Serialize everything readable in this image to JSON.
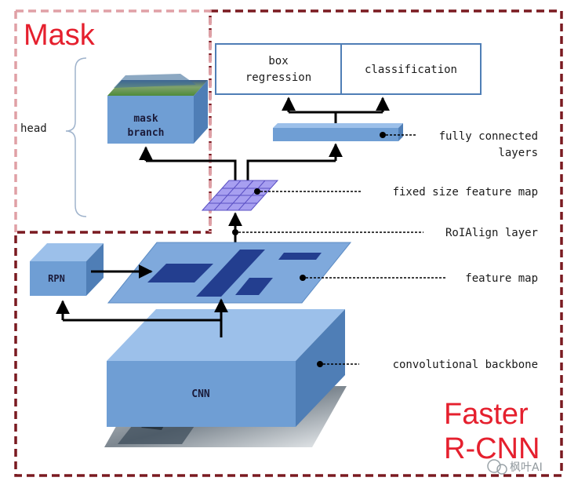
{
  "diagram": {
    "region_labels": {
      "mask": "Mask",
      "faster_line1": "Faster",
      "faster_line2": "R-CNN"
    },
    "head_label": "head",
    "outputs": {
      "box_regression_line1": "box",
      "box_regression_line2": "regression",
      "classification": "classification"
    },
    "blocks": {
      "mask_branch_line1": "mask",
      "mask_branch_line2": "branch",
      "rpn": "RPN",
      "cnn": "CNN"
    },
    "annotations": {
      "fc_line1": "fully connected",
      "fc_line2": "layers",
      "fixed_map": "fixed size feature map",
      "roialign": "RoIAlign layer",
      "feature_map": "feature map",
      "backbone": "convolutional backbone"
    },
    "watermark": "枫叶AI",
    "colors": {
      "dashed_dark": "#7a1a20",
      "dashed_light": "#e0a0a6",
      "block_front": "#6f9ed4",
      "block_top": "#9cc0ea",
      "block_side": "#4f7eb6",
      "roi": "#233e8f",
      "accent_red": "#e5202e"
    }
  }
}
